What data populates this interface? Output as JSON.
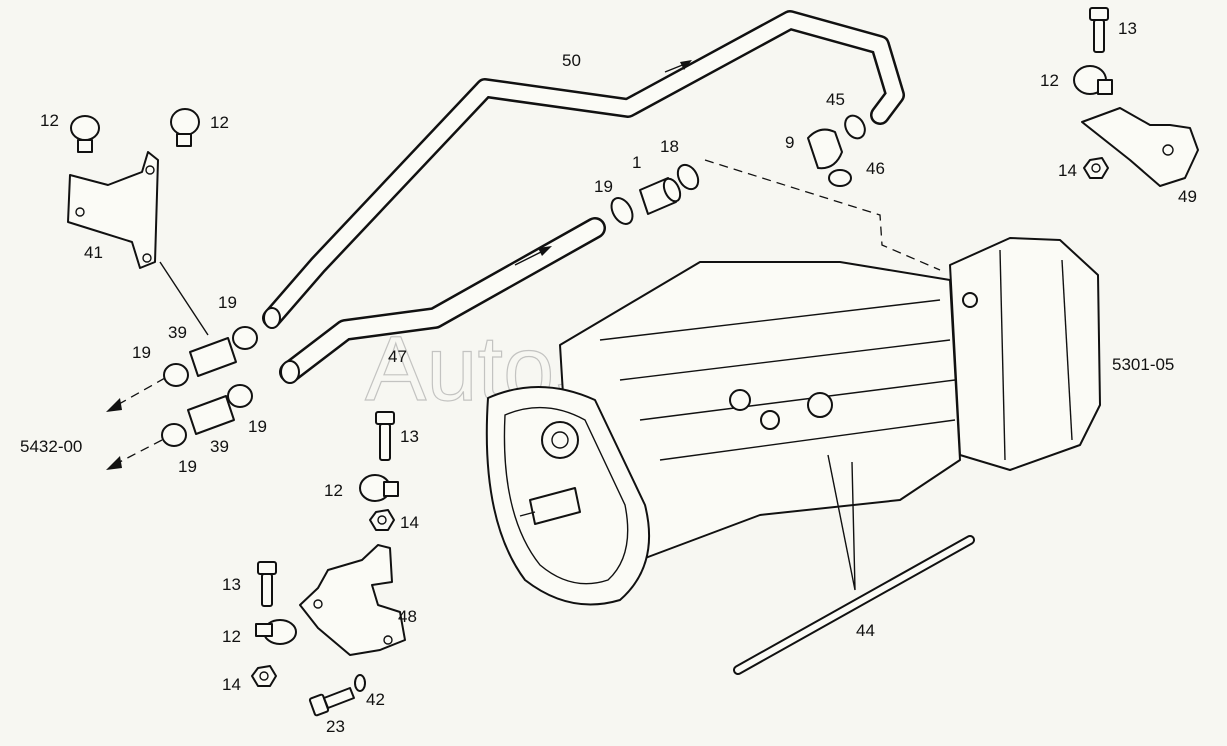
{
  "watermark": "AutoSoft",
  "reference_codes": {
    "transmission": "5301-05",
    "outlet": "5432-00"
  },
  "callouts": {
    "c1": "1",
    "c9": "9",
    "c12a": "12",
    "c12b": "12",
    "c12c": "12",
    "c12d": "12",
    "c12e": "12",
    "c13a": "13",
    "c13b": "13",
    "c13c": "13",
    "c14a": "14",
    "c14b": "14",
    "c14c": "14",
    "c18": "18",
    "c19a": "19",
    "c19b": "19",
    "c19c": "19",
    "c19d": "19",
    "c19e": "19",
    "c23": "23",
    "c39a": "39",
    "c39b": "39",
    "c41": "41",
    "c42": "42",
    "c44": "44",
    "c45": "45",
    "c46": "46",
    "c47": "47",
    "c48": "48",
    "c49": "49",
    "c50": "50"
  }
}
